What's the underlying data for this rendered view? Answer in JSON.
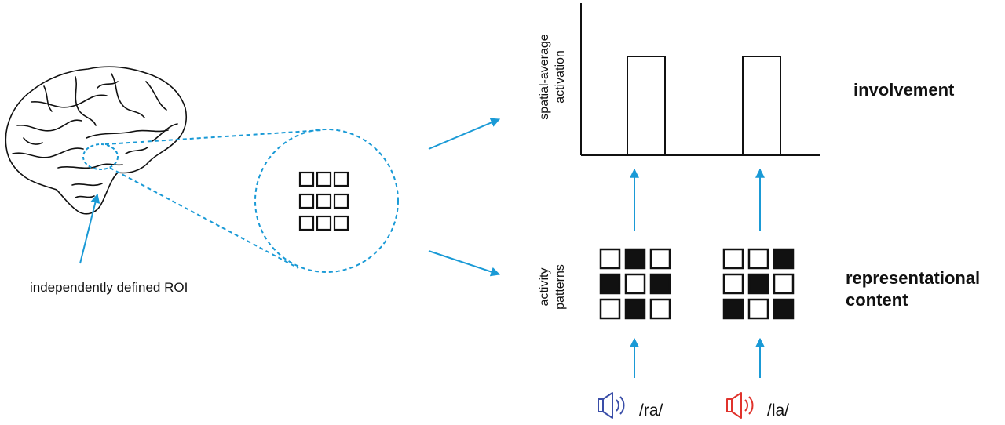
{
  "roi_label": "independently defined ROI",
  "chart": {
    "ylabel_line1": "spatial-average",
    "ylabel_line2": "activation",
    "right_label": "involvement"
  },
  "patterns": {
    "ylabel_line1": "activity",
    "ylabel_line2": "patterns",
    "right_label_line1": "representational",
    "right_label_line2": "content",
    "ra": [
      [
        0,
        1,
        0
      ],
      [
        1,
        0,
        1
      ],
      [
        0,
        1,
        0
      ]
    ],
    "la": [
      [
        0,
        0,
        1
      ],
      [
        0,
        1,
        0
      ],
      [
        1,
        0,
        1
      ]
    ]
  },
  "chart_data": {
    "type": "bar",
    "categories": [
      "/ra/",
      "/la/"
    ],
    "values": [
      1,
      1
    ],
    "title": "",
    "xlabel": "",
    "ylabel": "spatial-average activation"
  },
  "stimuli": [
    {
      "label": "/ra/",
      "color": "#3a4ea8"
    },
    {
      "label": "/la/",
      "color": "#e0332c"
    }
  ],
  "colors": {
    "arrow": "#1a9ad6",
    "dotted": "#1a9ad6",
    "ink": "#111111"
  }
}
